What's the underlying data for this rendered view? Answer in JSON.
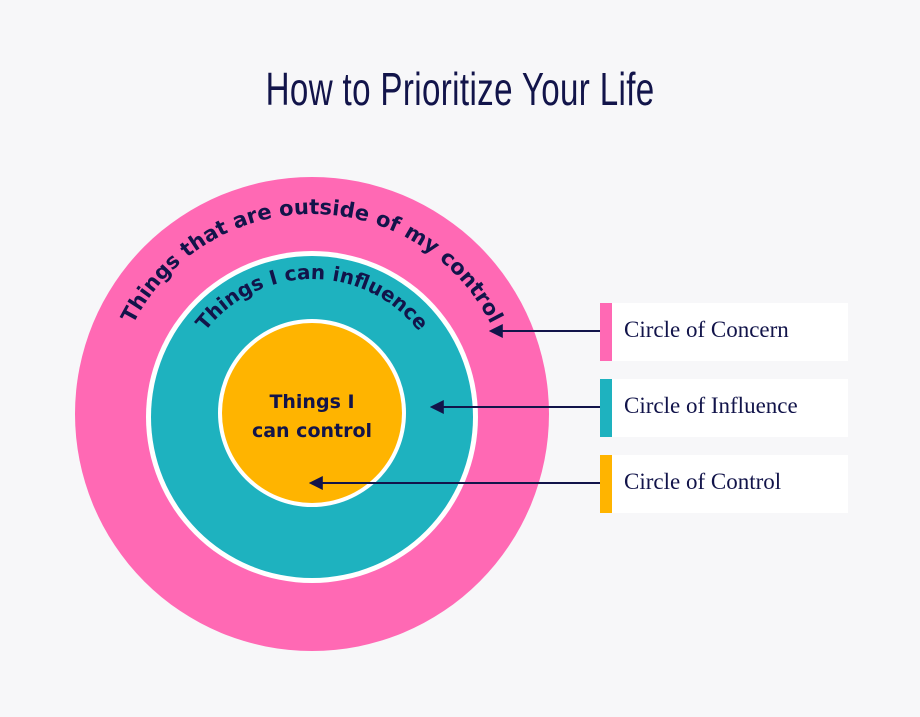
{
  "title": "How to Prioritize Your Life",
  "circles": {
    "concern": {
      "text": "Things that are outside of my control",
      "color": "#ff69b4"
    },
    "influence": {
      "text": "Things I can influence",
      "color": "#1eb2bf"
    },
    "control": {
      "text_line1": "Things I",
      "text_line2": "can control",
      "color": "#ffb400"
    }
  },
  "legend": [
    {
      "label": "Circle of Concern",
      "color": "#ff69b4"
    },
    {
      "label": "Circle of Influence",
      "color": "#1eb2bf"
    },
    {
      "label": "Circle of Control",
      "color": "#ffb400"
    }
  ]
}
